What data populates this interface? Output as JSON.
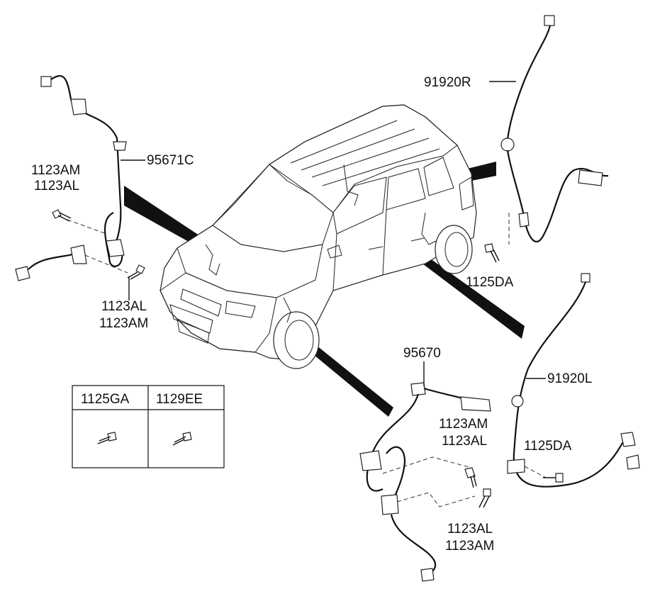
{
  "labels": {
    "rear_right_sensor": "91920R",
    "rear_left_sensor": "91920L",
    "front_left_sensor": "95671C",
    "front_right_sensor": "95670",
    "bolt_rear_right": "1125DA",
    "bolt_rear_left": "1125DA",
    "bolt_fl_top_1": "1123AM",
    "bolt_fl_top_2": "1123AL",
    "bolt_fl_bottom_1": "1123AL",
    "bolt_fl_bottom_2": "1123AM",
    "bolt_fr_top_1": "1123AM",
    "bolt_fr_top_2": "1123AL",
    "bolt_fr_bottom_1": "1123AL",
    "bolt_fr_bottom_2": "1123AM"
  },
  "fastener_table": {
    "headers": [
      "1125GA",
      "1129EE"
    ]
  },
  "icons": [
    "vehicle-illustration",
    "wheel-speed-sensor",
    "bolt-icon"
  ]
}
